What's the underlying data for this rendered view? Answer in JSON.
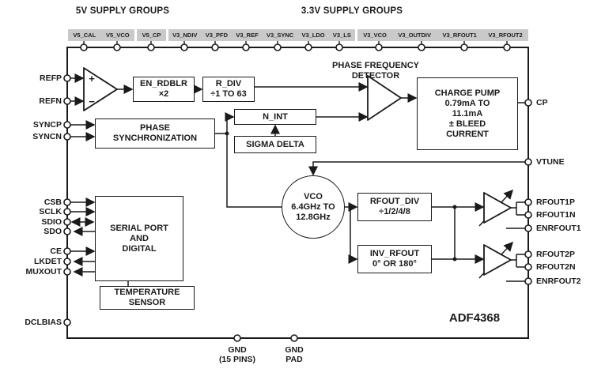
{
  "chip": {
    "name": "ADF4368"
  },
  "headers": {
    "supply_5v": "5V SUPPLY GROUPS",
    "supply_3v3": "3.3V SUPPLY GROUPS"
  },
  "supply_pins": {
    "group_a": [
      "V5_CAL",
      "V5_VCO"
    ],
    "group_b": [
      "V5_CP"
    ],
    "group_c": [
      "V3_NDIV",
      "V3_PFD",
      "V3_REF",
      "V3_SYNC",
      "V3_LDO",
      "V3_LS"
    ],
    "group_d": [
      "V3_VCO",
      "V3_OUTDIV",
      "V3_RFOUT1",
      "V3_RFOUT2"
    ]
  },
  "left_pins": [
    "REFP",
    "REFN",
    "SYNCP",
    "SYNCN",
    "CSB",
    "SCLK",
    "SDIO",
    "SDO",
    "CE",
    "LKDET",
    "MUXOUT",
    "DCLBIAS"
  ],
  "right_pins": [
    "CP",
    "VTUNE",
    "RFOUT1P",
    "RFOUT1N",
    "ENRFOUT1",
    "RFOUT2P",
    "RFOUT2N",
    "ENRFOUT2"
  ],
  "bottom_pins": {
    "gnd": [
      "GND",
      "(15 PINS)"
    ],
    "gnd_pad": [
      "GND",
      "PAD"
    ]
  },
  "blocks": {
    "ref_buffer": {
      "plus": "+",
      "minus": "−"
    },
    "en_rdblr": [
      "EN_RDBLR",
      "×2"
    ],
    "r_div": [
      "R_DIV",
      "÷1 TO 63"
    ],
    "pfd": [
      "PHASE FREQUENCY",
      "DETECTOR"
    ],
    "charge_pump": [
      "CHARGE PUMP",
      "0.79mA TO",
      "11.1mA",
      "± BLEED",
      "CURRENT"
    ],
    "phase_sync": [
      "PHASE",
      "SYNCHRONIZATION"
    ],
    "n_int": "N_INT",
    "sigma_delta": "SIGMA DELTA",
    "vco": [
      "VCO",
      "6.4GHz TO",
      "12.8GHz"
    ],
    "rfout_div": [
      "RFOUT_DIV",
      "÷1/2/4/8"
    ],
    "inv_rfout": [
      "INV_RFOUT",
      "0° OR 180°"
    ],
    "serial_port": [
      "SERIAL PORT",
      "AND",
      "DIGITAL"
    ],
    "temp_sensor": [
      "TEMPERATURE",
      "SENSOR"
    ]
  },
  "colors": {
    "supply_bar": "#c9c9c9",
    "line": "#1a1a1a",
    "background": "#ffffff"
  }
}
